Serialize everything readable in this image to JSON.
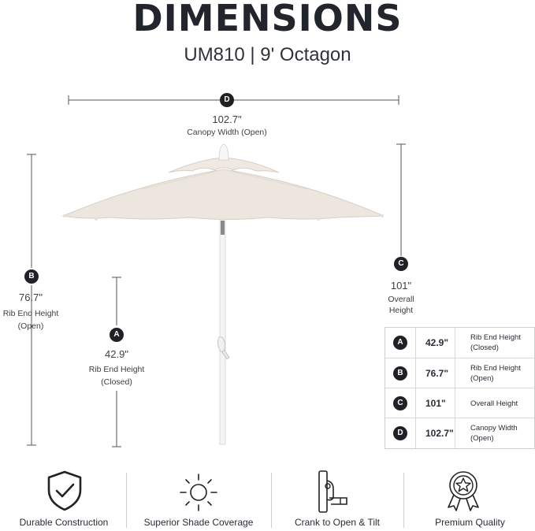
{
  "title": "DIMENSIONS",
  "subtitle": "UM810 | 9' Octagon",
  "canopy_width": {
    "badge": "D",
    "value": "102.7\"",
    "label": "Canopy Width (Open)"
  },
  "overall_height": {
    "badge": "C",
    "value": "101\"",
    "label_line1": "Overall",
    "label_line2": "Height"
  },
  "rib_open": {
    "badge": "B",
    "value": "76.7\"",
    "label_line1": "Rib End Height",
    "label_line2": "(Open)"
  },
  "rib_closed": {
    "badge": "A",
    "value": "42.9\"",
    "label_line1": "Rib End Height",
    "label_line2": "(Closed)"
  },
  "table": [
    {
      "badge": "A",
      "value": "42.9\"",
      "desc": "Rib End Height (Closed)"
    },
    {
      "badge": "B",
      "value": "76.7\"",
      "desc": "Rib End Height (Open)"
    },
    {
      "badge": "C",
      "value": "101\"",
      "desc": "Overall Height"
    },
    {
      "badge": "D",
      "value": "102.7\"",
      "desc": "Canopy Width (Open)"
    }
  ],
  "features": [
    {
      "label": "Durable Construction",
      "icon": "shield-check-icon"
    },
    {
      "label": "Superior Shade Coverage",
      "icon": "sun-icon"
    },
    {
      "label": "Crank to Open & Tilt",
      "icon": "crank-icon"
    },
    {
      "label": "Premium Quality",
      "icon": "award-ribbon-icon"
    }
  ],
  "colors": {
    "badge": "#1f2126",
    "canopy": "#ece6de",
    "pole": "#f4f4f4",
    "text": "#2a2d35"
  }
}
